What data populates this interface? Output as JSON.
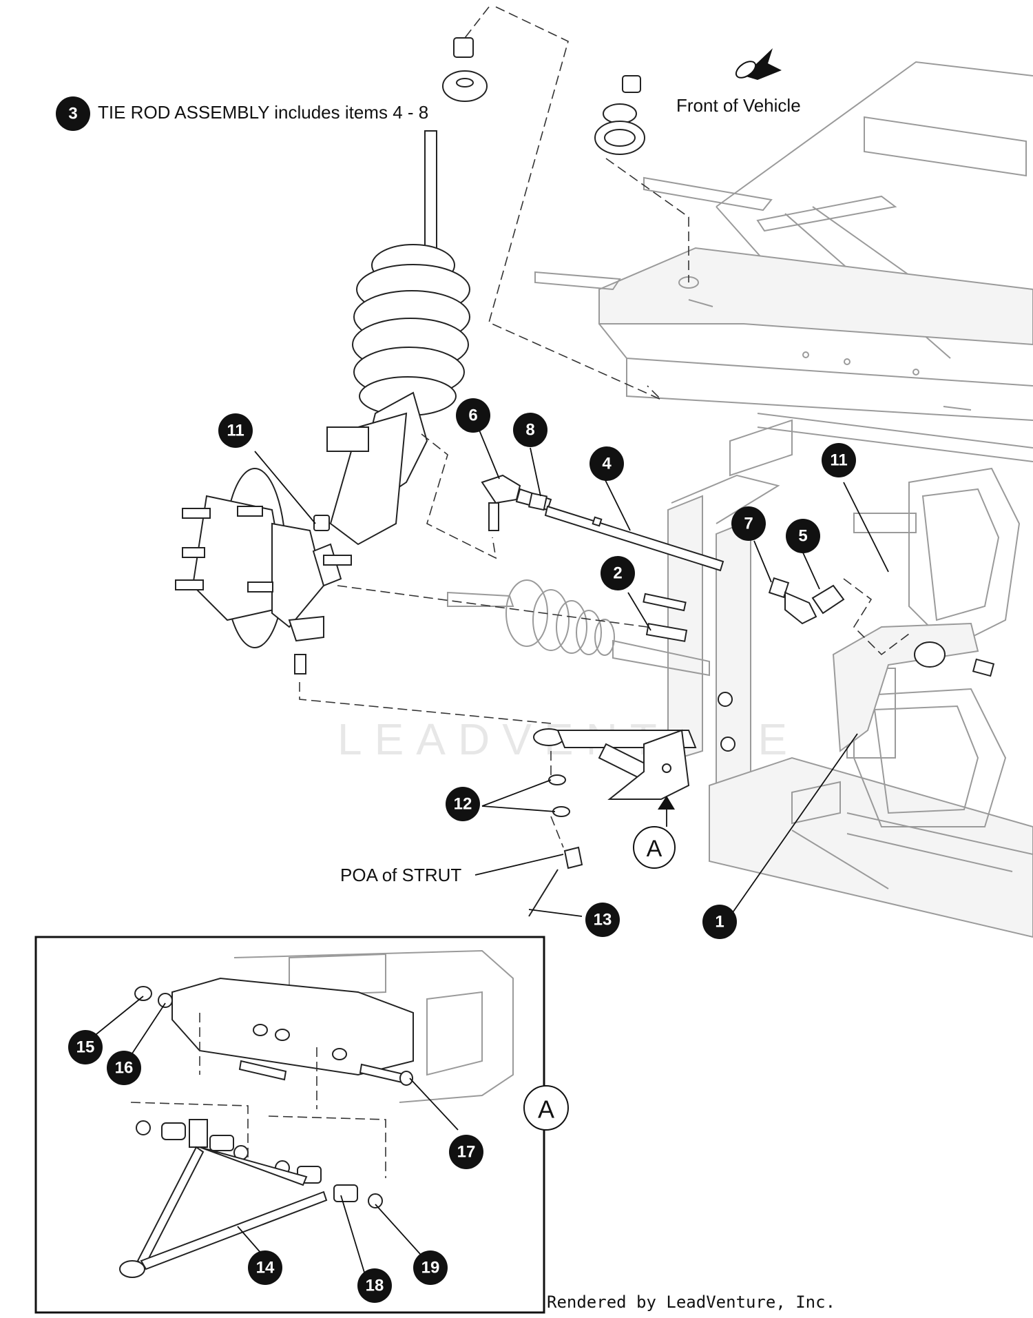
{
  "header_note": {
    "callout": "3",
    "text": "TIE ROD ASSEMBLY includes items 4 - 8"
  },
  "front_label": "Front of Vehicle",
  "strut_label": "POA of STRUT",
  "detail_view": "A",
  "callouts": [
    "1",
    "2",
    "4",
    "5",
    "6",
    "7",
    "8",
    "11",
    "11",
    "12",
    "13",
    "14",
    "15",
    "16",
    "17",
    "18",
    "19"
  ],
  "watermark": "LEADVENTURE",
  "credit": "Rendered by LeadVenture, Inc.",
  "colors": {
    "callout_fill": "#111111",
    "line": "#222222",
    "frame_grey": "#9a9a9a"
  }
}
